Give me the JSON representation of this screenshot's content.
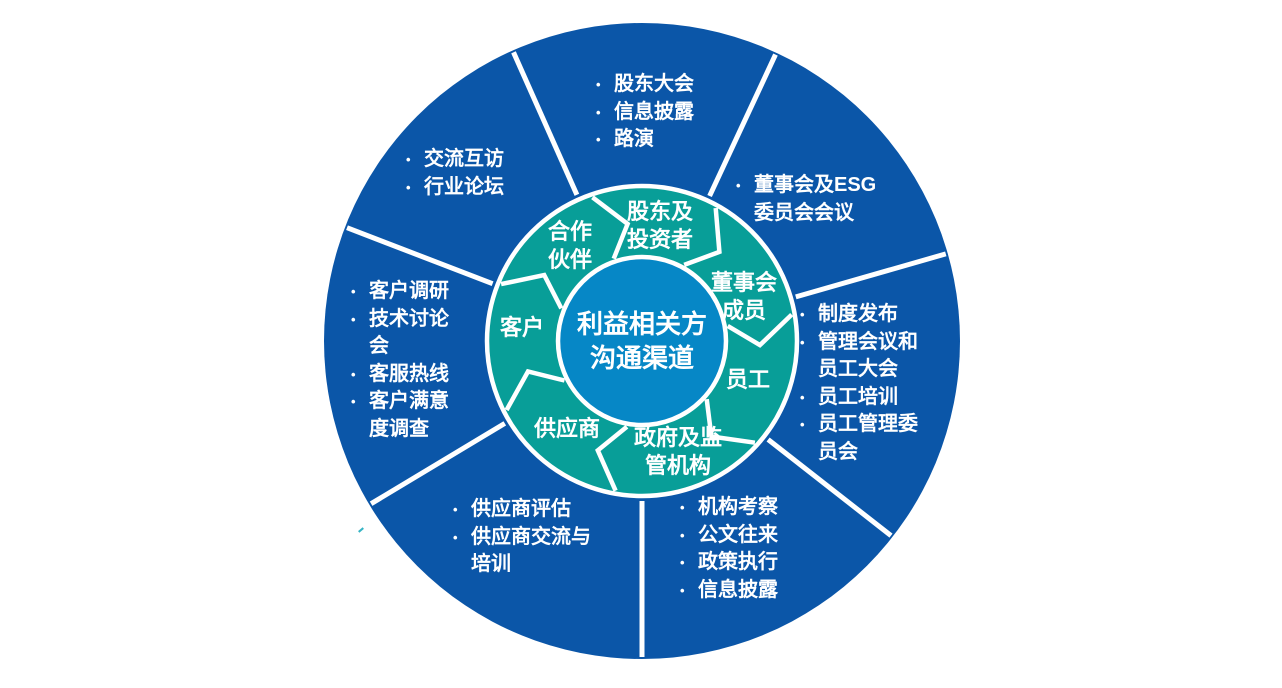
{
  "colors": {
    "outer_ring": "#0B56A8",
    "middle_ring": "#089E98",
    "center_circle": "#0687C6",
    "divider": "#FFFFFF",
    "text": "#FFFFFF",
    "stray_mark": "#35B4C4"
  },
  "bullet_char": "•",
  "center": {
    "title": "利益相关方\n沟通渠道"
  },
  "stakeholders": [
    {
      "name": "股东及投资者",
      "ring_label": "股东及\n投资者",
      "channels": [
        "股东大会",
        "信息披露",
        "路演"
      ]
    },
    {
      "name": "董事会成员",
      "ring_label": "董事会\n成员",
      "channels": [
        "董事会及ESG委员会会议"
      ]
    },
    {
      "name": "员工",
      "ring_label": "员工",
      "channels": [
        "制度发布",
        "管理会议和员工大会",
        "员工培训",
        "员工管理委员会"
      ]
    },
    {
      "name": "政府及监管机构",
      "ring_label": "政府及监\n管机构",
      "channels": [
        "机构考察",
        "公文往来",
        "政策执行",
        "信息披露"
      ]
    },
    {
      "name": "供应商",
      "ring_label": "供应商",
      "channels": [
        "供应商评估",
        "供应商交流与培训"
      ]
    },
    {
      "name": "客户",
      "ring_label": "客户",
      "channels": [
        "客户调研",
        "技术讨论会",
        "客服热线",
        "客户满意度调查"
      ]
    },
    {
      "name": "合作伙伴",
      "ring_label": "合作\n伙伴",
      "channels": [
        "交流互访",
        "行业论坛"
      ]
    }
  ]
}
